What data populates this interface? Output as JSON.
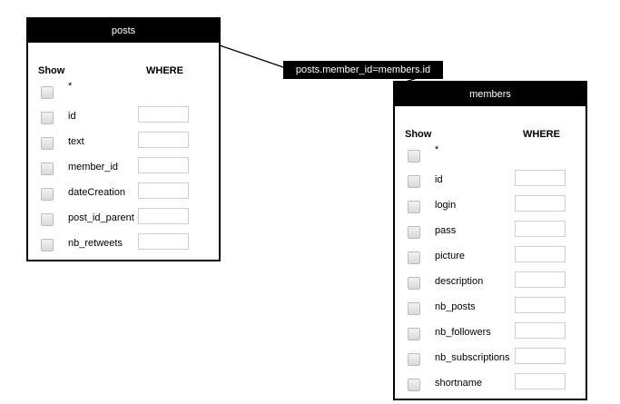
{
  "tables": {
    "posts": {
      "title": "posts",
      "show_label": "Show",
      "where_label": "WHERE",
      "fields": [
        "*",
        "id",
        "text",
        "member_id",
        "dateCreation",
        "post_id_parent",
        "nb_retweets"
      ]
    },
    "members": {
      "title": "members",
      "show_label": "Show",
      "where_label": "WHERE",
      "fields": [
        "*",
        "id",
        "login",
        "pass",
        "picture",
        "description",
        "nb_posts",
        "nb_followers",
        "nb_subscriptions",
        "shortname"
      ]
    }
  },
  "join": {
    "label": "posts.member_id=members.id"
  }
}
